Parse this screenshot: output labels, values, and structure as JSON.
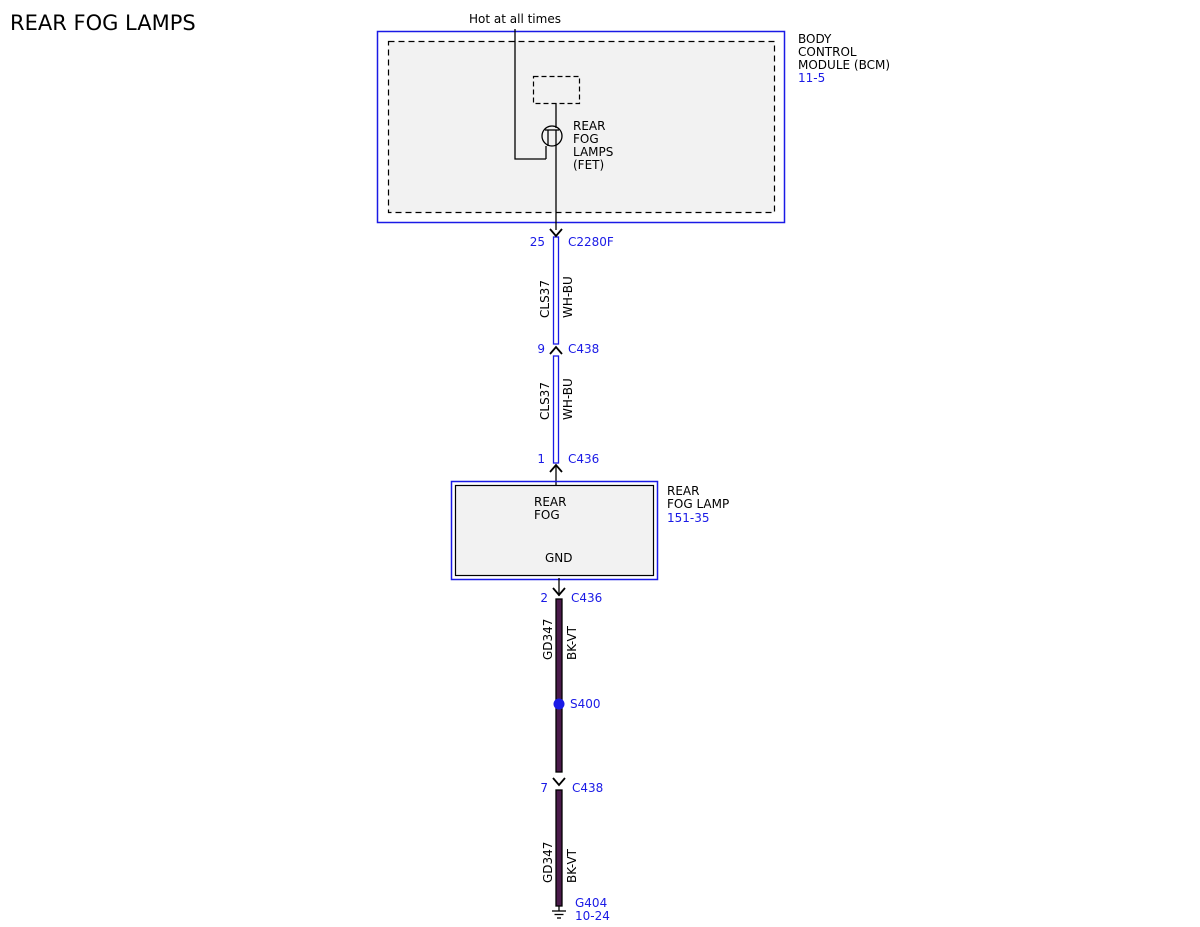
{
  "page": {
    "title": "REAR FOG LAMPS"
  },
  "colors": {
    "ink": "#000000",
    "reference_blue": "#1a1ae6",
    "module_fill": "#f2f2f2",
    "wire_white_blue_core": "#ffffff",
    "wire_black_violet_core": "#4a1a4a",
    "splice_dot": "#1a1ae6"
  },
  "power": {
    "label": "Hot at all times"
  },
  "bcm": {
    "name_lines": [
      "BODY",
      "CONTROL",
      "MODULE (BCM)"
    ],
    "reference": "11-5",
    "fet_lines": [
      "REAR",
      "FOG",
      "LAMPS",
      "(FET)"
    ]
  },
  "connectors": [
    {
      "pin": "25",
      "name": "C2280F"
    },
    {
      "pin": "9",
      "name": "C438"
    },
    {
      "pin": "1",
      "name": "C436"
    },
    {
      "pin": "2",
      "name": "C436"
    },
    {
      "pin": "7",
      "name": "C438"
    }
  ],
  "wires": [
    {
      "circuit": "CLS37",
      "color_code": "WH-BU"
    },
    {
      "circuit": "CLS37",
      "color_code": "WH-BU"
    },
    {
      "circuit": "GD347",
      "color_code": "BK-VT"
    },
    {
      "circuit": "GD347",
      "color_code": "BK-VT"
    }
  ],
  "rear_fog_lamp": {
    "name_lines": [
      "REAR",
      "FOG LAMP"
    ],
    "reference": "151-35",
    "input_lines": [
      "REAR",
      "FOG"
    ],
    "ground_pin_label": "GND"
  },
  "splice": {
    "name": "S400"
  },
  "ground": {
    "name": "G404",
    "reference": "10-24"
  }
}
